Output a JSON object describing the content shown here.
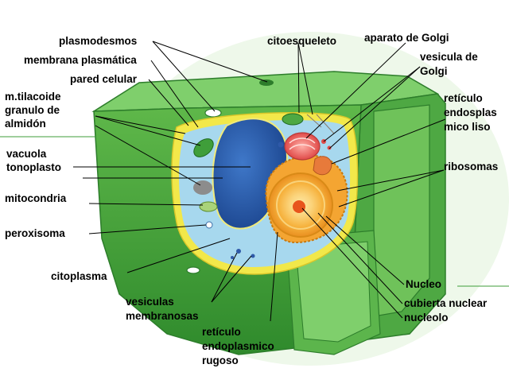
{
  "labels": {
    "plasmodesmos": "plasmodesmos",
    "membrana_plasmatica": "membrana plasmática",
    "pared_celular": "pared celular",
    "m_tilacoide": "m.tilacoide",
    "granulo_de": "granulo de",
    "almidon": "almidón",
    "vacuola": "vacuola",
    "tonoplasto": "tonoplasto",
    "mitocondria": "mitocondria",
    "peroxisoma": "peroxisoma",
    "citoplasma": "citoplasma",
    "vesiculas": "vesiculas",
    "membranosas": "membranosas",
    "reticulo_rugoso_1": "retículo",
    "reticulo_rugoso_2": "endoplasmico",
    "reticulo_rugoso_3": "rugoso",
    "citoesqueleto": "citoesqueleto",
    "aparato_golgi": "aparato de Golgi",
    "vesicula_golgi_1": "vesicula de",
    "vesicula_golgi_2": "Golgi",
    "reticulo_liso_1": "retículo",
    "reticulo_liso_2": "endosplas",
    "reticulo_liso_3": "mico liso",
    "ribosomas": "ribosomas",
    "nucleo": "Nucleo",
    "cubierta_nuclear": "cubierta nuclear",
    "nucleolo": "nucleolo"
  },
  "colors": {
    "cell_wall": "#3f9e3a",
    "cell_wall_light": "#6fc25a",
    "cell_wall_dark": "#2d7d2b",
    "membrane": "#f2e84a",
    "cytoplasm": "#a7d8ee",
    "vacuole": "#2e59a8",
    "nucleus": "#f4a532",
    "nucleolus": "#e8541c",
    "golgi": "#ee5a57",
    "chloroplast": "#3f9e3a",
    "leader_line": "#000000"
  }
}
